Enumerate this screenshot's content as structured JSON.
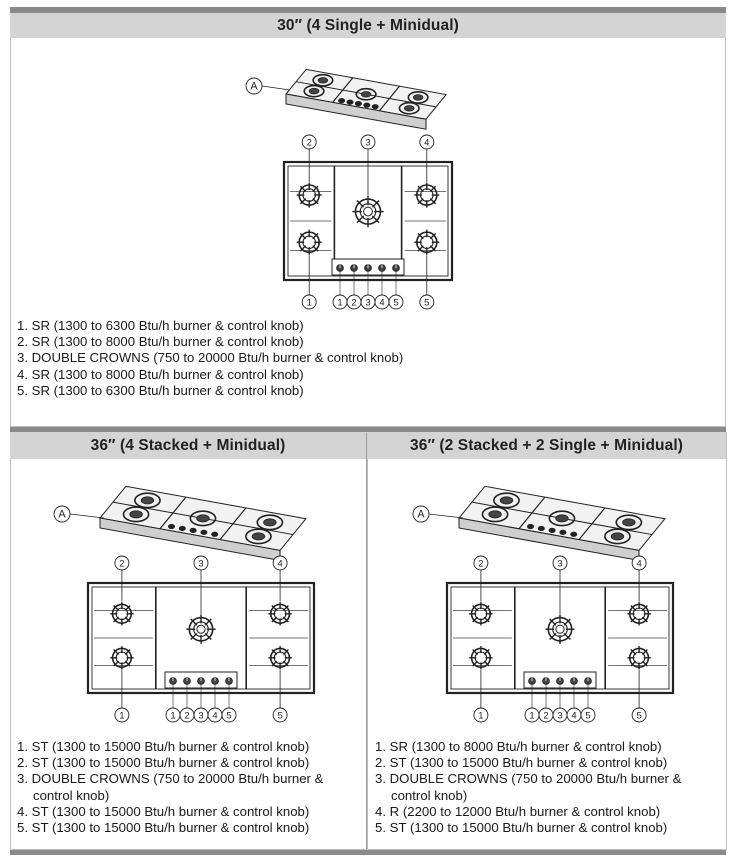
{
  "sections": [
    {
      "title": "30″ (4 Single + Minidual)",
      "callout": "A",
      "burner_numbers": [
        "2",
        "3",
        "4",
        "1",
        "5"
      ],
      "knob_numbers": [
        "1",
        "2",
        "3",
        "4",
        "5"
      ],
      "items": [
        "1. SR (1300 to 6300 Btu/h burner & control knob)",
        "2. SR (1300 to 8000 Btu/h burner & control knob)",
        "3. DOUBLE CROWNS (750 to 20000 Btu/h burner & control knob)",
        "4. SR (1300 to 8000 Btu/h burner & control knob)",
        "5. SR (1300 to 6300 Btu/h burner & control knob)"
      ]
    },
    {
      "title": "36″ (4 Stacked + Minidual)",
      "callout": "A",
      "burner_numbers": [
        "2",
        "3",
        "4",
        "1",
        "5"
      ],
      "knob_numbers": [
        "1",
        "2",
        "3",
        "4",
        "5"
      ],
      "items": [
        "1. ST (1300 to 15000 Btu/h burner & control knob)",
        "2. ST (1300 to 15000 Btu/h burner & control knob)",
        "3. DOUBLE CROWNS (750 to 20000 Btu/h burner &",
        "control knob)",
        "4. ST (1300 to 15000 Btu/h burner & control knob)",
        "5. ST (1300 to 15000 Btu/h burner & control knob)"
      ]
    },
    {
      "title": "36″ (2 Stacked + 2 Single + Minidual)",
      "callout": "A",
      "burner_numbers": [
        "2",
        "3",
        "4",
        "1",
        "5"
      ],
      "knob_numbers": [
        "1",
        "2",
        "3",
        "4",
        "5"
      ],
      "items": [
        "1. SR (1300 to 8000 Btu/h burner & control knob)",
        "2. ST (1300 to 15000 Btu/h burner & control knob)",
        "3. DOUBLE CROWNS (750 to 20000 Btu/h burner &",
        "control knob)",
        "4. R  (2200 to 12000 Btu/h burner & control knob)",
        "5. ST (1300 to 15000 Btu/h burner & control knob)"
      ]
    }
  ]
}
